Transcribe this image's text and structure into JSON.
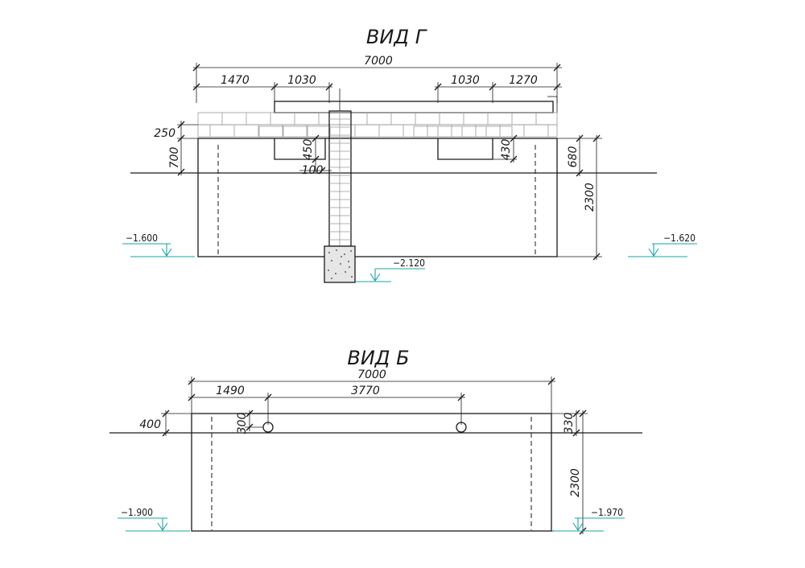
{
  "view_g": {
    "title": "ВИД Г",
    "dims": {
      "total": "7000",
      "d1": "1470",
      "d2": "1030",
      "d3": "1030",
      "d4": "1270",
      "h250": "250",
      "h700": "700",
      "h450": "450",
      "h100": "100",
      "h430": "430",
      "h680": "680",
      "h2300": "2300"
    },
    "levels": {
      "left": "−1.600",
      "right": "−1.620",
      "footing": "−2.120"
    }
  },
  "view_b": {
    "title": "ВИД Б",
    "dims": {
      "total": "7000",
      "d1": "1490",
      "d2": "3770",
      "h400": "400",
      "h300": "300",
      "h330": "330",
      "h2300": "2300"
    },
    "levels": {
      "left": "−1.900",
      "right": "−1.970"
    }
  },
  "colors": {
    "ink": "#1a1a1a",
    "level_mark": "#1aa6a6",
    "masonry": "#9a9a9a"
  }
}
